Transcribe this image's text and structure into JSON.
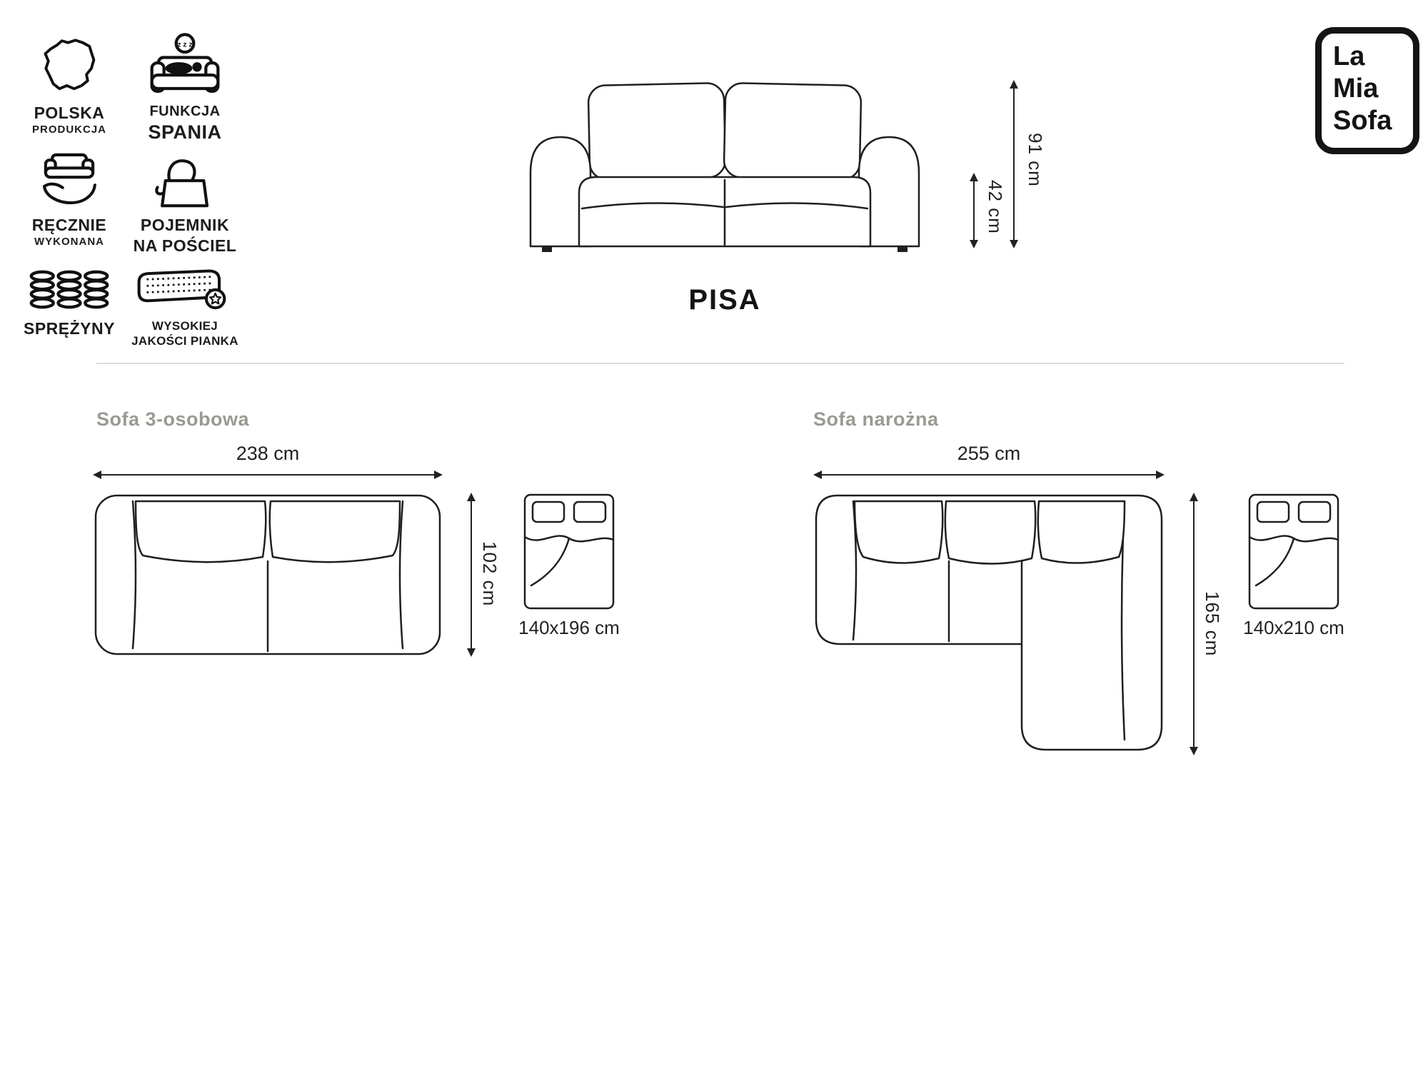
{
  "brand": {
    "line1": "La",
    "line2": "Mia",
    "line3": "Sofa"
  },
  "model_name": "PISA",
  "features": [
    {
      "line1": "POLSKA",
      "line2": "PRODUKCJA"
    },
    {
      "line1": "FUNKCJA",
      "line2": "SPANIA",
      "icon_text": "z z z"
    },
    {
      "line1": "RĘCZNIE",
      "line2": "WYKONANA"
    },
    {
      "line1": "POJEMNIK",
      "line2": "NA POŚCIEL"
    },
    {
      "line1": "SPRĘŻYNY",
      "line2": ""
    },
    {
      "line1": "WYSOKIEJ",
      "line2": "JAKOŚCI PIANKA"
    }
  ],
  "front_view": {
    "total_height": "91 cm",
    "seat_height": "42 cm"
  },
  "variants": [
    {
      "heading": "Sofa 3-osobowa",
      "width": "238 cm",
      "depth": "102 cm",
      "bed_size": "140x196 cm"
    },
    {
      "heading": "Sofa narożna",
      "width": "255 cm",
      "depth": "165 cm",
      "bed_size": "140x210 cm"
    }
  ]
}
